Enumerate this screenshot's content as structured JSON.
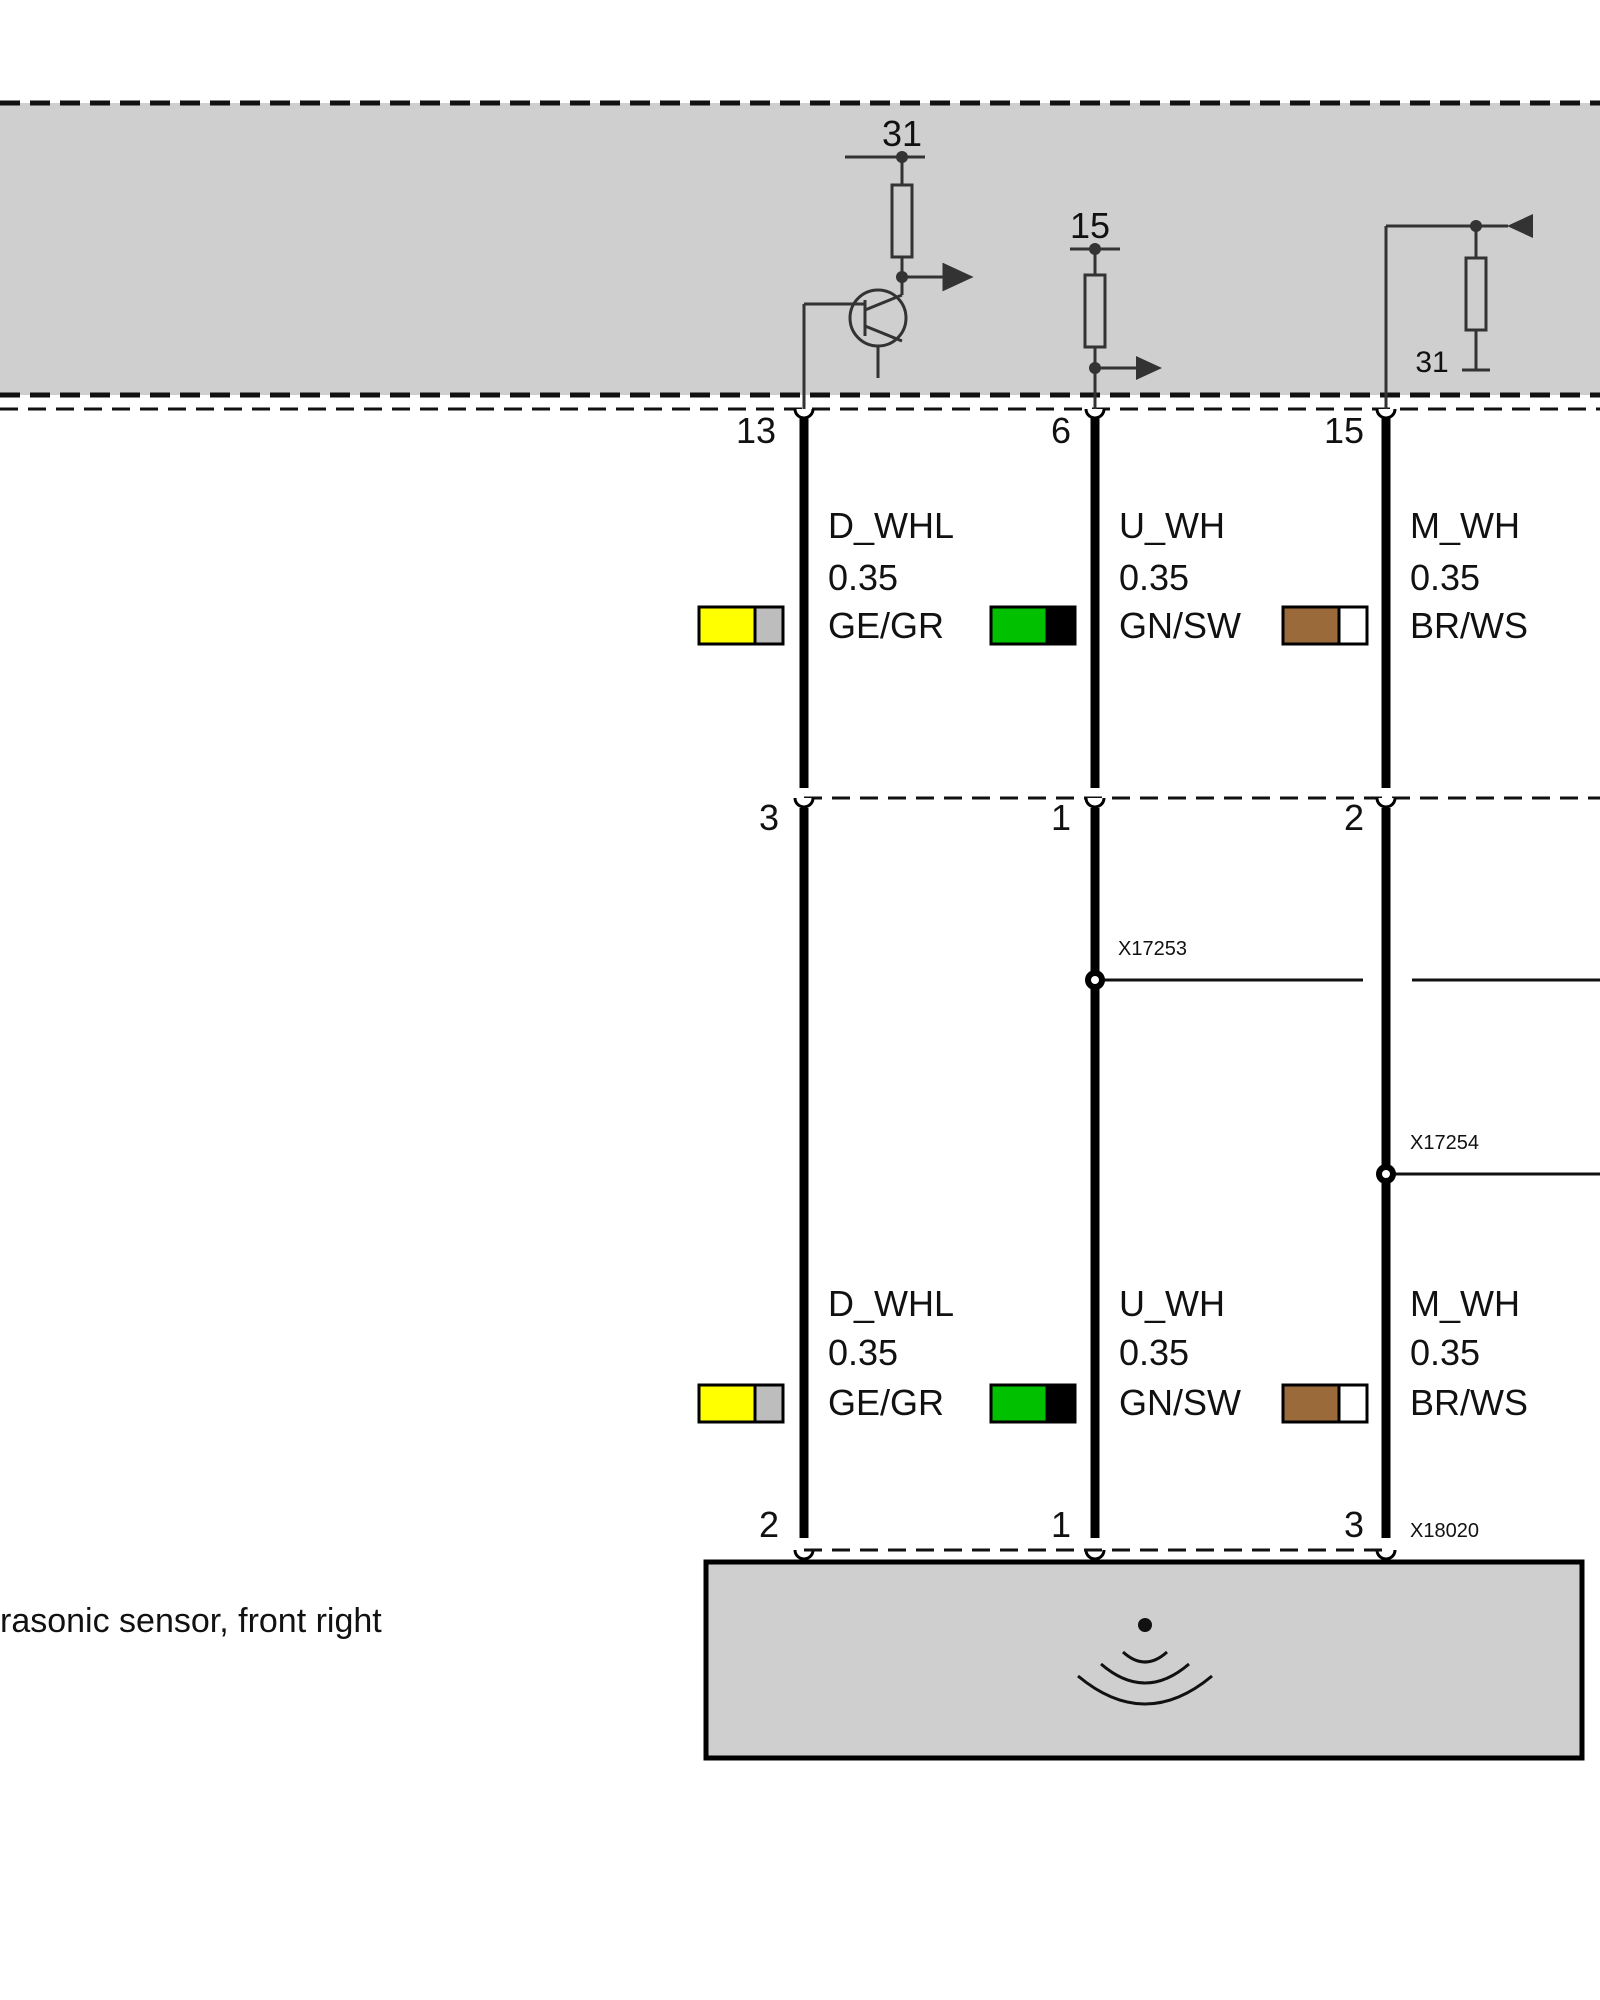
{
  "module_top": {
    "fill": "#cfcfcf",
    "symbols": {
      "pullup_left_supply": "31",
      "pullup_mid_supply": "15",
      "pulldown_right_ground": "31"
    }
  },
  "wires": [
    {
      "id": "wire-1",
      "top_pin": "13",
      "mid_pin": "3",
      "bottom_pin": "2",
      "signal": "D_WHL",
      "cross_section": "0.35",
      "color_code": "GE/GR",
      "color_main": "#ffff00",
      "color_stripe": "#bdbdbd"
    },
    {
      "id": "wire-2",
      "top_pin": "6",
      "mid_pin": "1",
      "bottom_pin": "1",
      "signal": "U_WH",
      "cross_section": "0.35",
      "color_code": "GN/SW",
      "color_main": "#00c000",
      "color_stripe": "#000000",
      "splice": "X17253"
    },
    {
      "id": "wire-3",
      "top_pin": "15",
      "mid_pin": "2",
      "bottom_pin": "3",
      "signal": "M_WH",
      "cross_section": "0.35",
      "color_code": "BR/WS",
      "color_main": "#9b6a3a",
      "color_stripe": "#ffffff",
      "splice": "X17254"
    }
  ],
  "sensor": {
    "connector": "X18020",
    "description": "rasonic sensor, front right",
    "fill": "#cfcfcf",
    "icon": "ultrasonic-wave-icon"
  }
}
